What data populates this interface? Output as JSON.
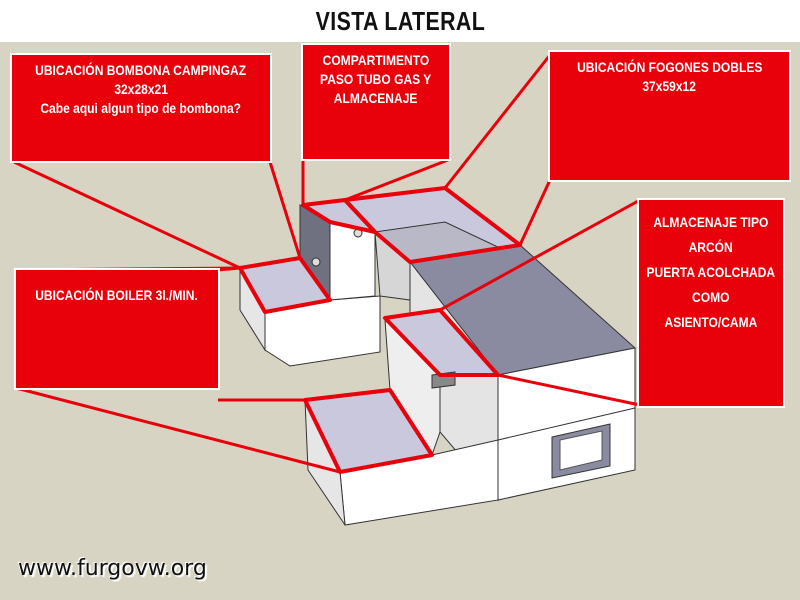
{
  "title": "VISTA LATERAL",
  "callouts": {
    "bombona": {
      "line1": "UBICACIÓN BOMBONA CAMPINGAZ",
      "line2": "32x28x21",
      "line3": "Cabe aqui algun tipo de bombona?"
    },
    "compartimento": {
      "line1": "COMPARTIMENTO",
      "line2": "PASO TUBO GAS Y",
      "line3": "ALMACENAJE"
    },
    "fogones": {
      "line1": "UBICACIÓN FOGONES DOBLES",
      "line2": "37x59x12"
    },
    "boiler": {
      "line1": "UBICACIÓN BOILER 3l./MIN."
    },
    "almacenaje": {
      "line1": "ALMACENAJE TIPO",
      "line2": "ARCÓN",
      "line3": "PUERTA ACOLCHADA",
      "line4": "COMO",
      "line5": "ASIENTO/CAMA"
    }
  },
  "watermark": "www.furgovw.org",
  "colors": {
    "background": "#d8d4c4",
    "callout": "#e8000b",
    "faceTop": "#c9c8dc",
    "faceFront": "#ffffff",
    "faceDark": "#8a8ba0"
  }
}
